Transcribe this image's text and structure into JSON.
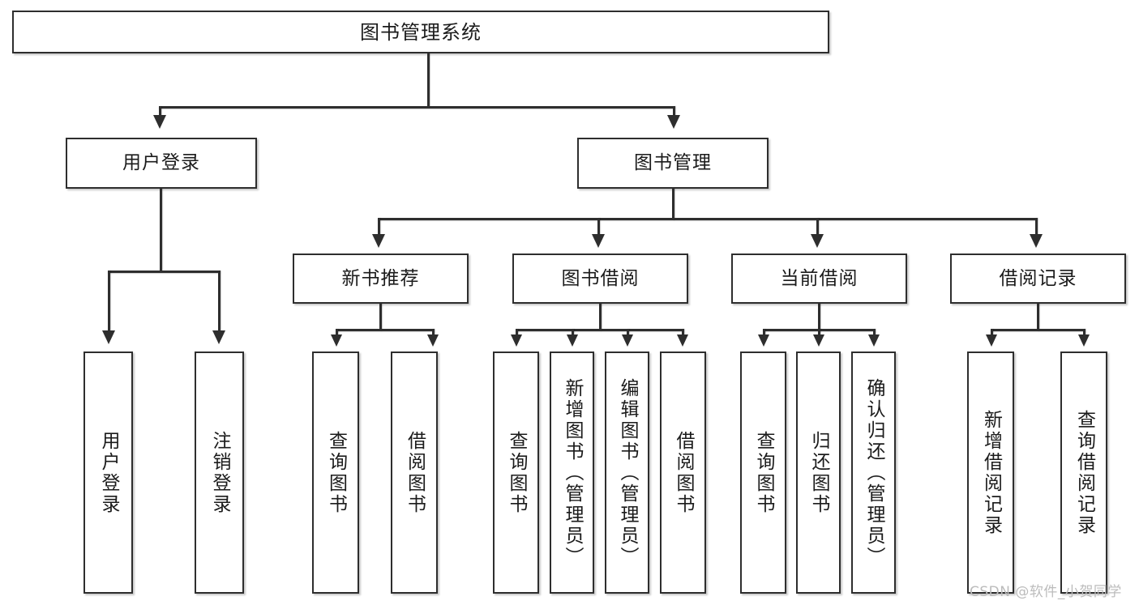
{
  "diagram": {
    "type": "tree-hierarchy-chart",
    "title": "图书管理系统",
    "root": {
      "label": "图书管理系统"
    },
    "level2": [
      {
        "label": "用户登录"
      },
      {
        "label": "图书管理"
      }
    ],
    "level3": [
      {
        "label": "新书推荐"
      },
      {
        "label": "图书借阅"
      },
      {
        "label": "当前借阅"
      },
      {
        "label": "借阅记录"
      }
    ],
    "leaves": {
      "user_login": [
        {
          "label": "用户登录"
        },
        {
          "label": "注销登录"
        }
      ],
      "new_book_recommend": [
        {
          "label": "查询图书"
        },
        {
          "label": "借阅图书"
        }
      ],
      "book_borrow": [
        {
          "label": "查询图书"
        },
        {
          "label": "新增图书（管理员）"
        },
        {
          "label": "编辑图书（管理员）"
        },
        {
          "label": "借阅图书"
        }
      ],
      "current_borrow": [
        {
          "label": "查询图书"
        },
        {
          "label": "归还图书"
        },
        {
          "label": "确认归还（管理员）"
        }
      ],
      "borrow_record": [
        {
          "label": "新增借阅记录"
        },
        {
          "label": "查询借阅记录"
        }
      ]
    }
  },
  "watermark": {
    "text": "CSDN @软件_小贺同学"
  },
  "colors": {
    "border": "#2e2e2e",
    "background": "#ffffff",
    "text": "#1b1b1b",
    "watermark": "#bcbcbc"
  }
}
